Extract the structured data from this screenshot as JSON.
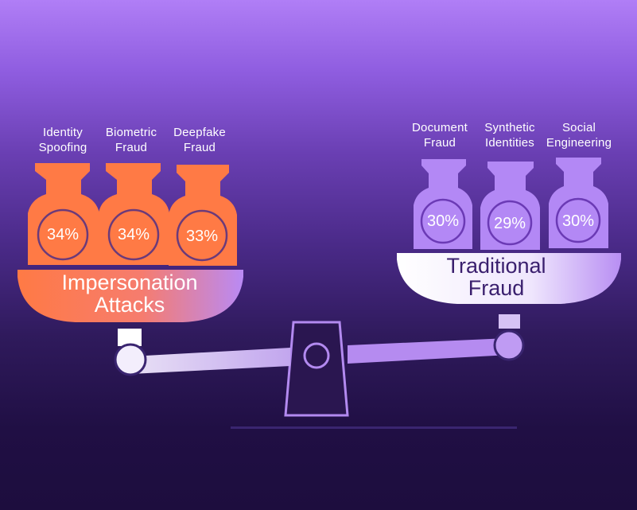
{
  "colors": {
    "orange": "#ff7a45",
    "lavender": "#b388f5",
    "beam": "#c9b8e8",
    "fulcrum": "#2a1650"
  },
  "left_group": {
    "title_line1": "Impersonation",
    "title_line2": "Attacks",
    "weights": [
      {
        "label_line1": "Identity",
        "label_line2": "Spoofing",
        "percent": "34%"
      },
      {
        "label_line1": "Biometric",
        "label_line2": "Fraud",
        "percent": "34%"
      },
      {
        "label_line1": "Deepfake",
        "label_line2": "Fraud",
        "percent": "33%"
      }
    ]
  },
  "right_group": {
    "title_line1": "Traditional",
    "title_line2": "Fraud",
    "weights": [
      {
        "label_line1": "Document",
        "label_line2": "Fraud",
        "percent": "30%"
      },
      {
        "label_line1": "Synthetic",
        "label_line2": "Identities",
        "percent": "29%"
      },
      {
        "label_line1": "Social",
        "label_line2": "Engineering",
        "percent": "30%"
      }
    ]
  }
}
